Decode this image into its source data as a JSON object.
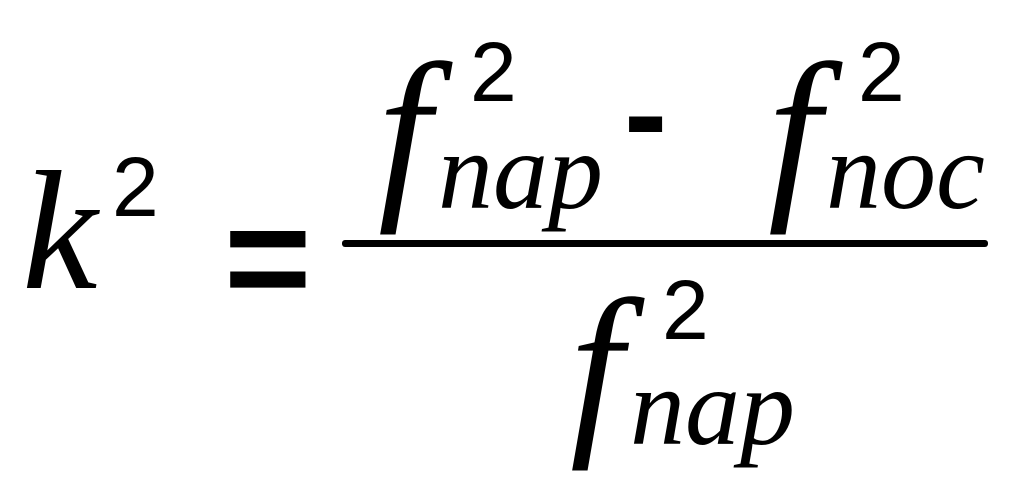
{
  "formula": {
    "lhs": {
      "base": "k",
      "exponent": "2"
    },
    "relation": "=",
    "numerator": {
      "term1": {
        "base": "f",
        "subscript": "nap",
        "exponent": "2"
      },
      "operator": "-",
      "term2": {
        "base": "f",
        "subscript": "noc",
        "exponent": "2"
      }
    },
    "denominator": {
      "base": "f",
      "subscript": "nap",
      "exponent": "2"
    }
  }
}
